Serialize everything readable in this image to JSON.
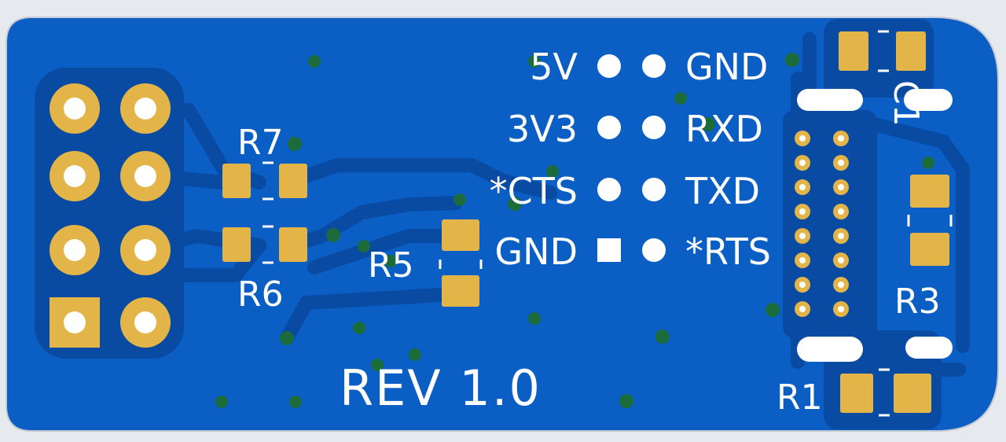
{
  "labels": {
    "r7": "R7",
    "r6": "R6",
    "r5": "R5",
    "r3": "R3",
    "r1": "R1",
    "c1": "C1",
    "rev": "REV 1.0"
  },
  "pins_left": [
    "5V",
    "3V3",
    "*CTS",
    "GND"
  ],
  "pins_right": [
    "GND",
    "RXD",
    "TXD",
    "*RTS"
  ],
  "colors": {
    "board": "#0a5ec4",
    "trace": "#0a4aa8",
    "pad": "#e3b549",
    "via": "#1c6b3a",
    "silk": "#ffffff"
  }
}
